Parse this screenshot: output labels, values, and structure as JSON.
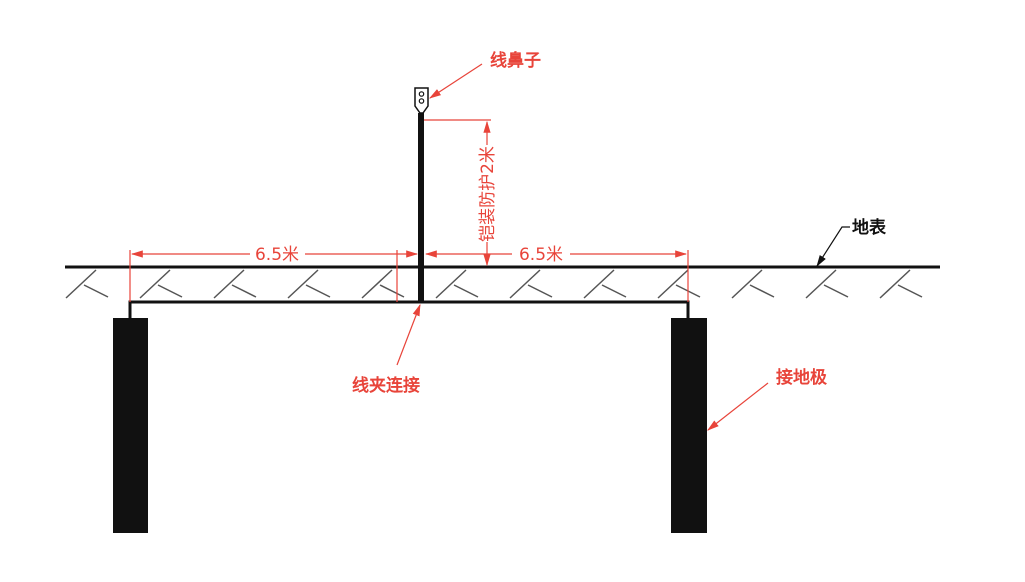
{
  "labels": {
    "cable_lug": "线鼻子",
    "armor_protection": "铠装防护2米",
    "ground_surface": "地表",
    "clamp_connection": "线夹连接",
    "ground_electrode": "接地极",
    "left_spacing": "6.5米",
    "right_spacing": "6.5米"
  },
  "colors": {
    "annotation": "#e8443a",
    "dimension": "#e8443a",
    "structure": "#111111",
    "hatch": "#555555"
  }
}
